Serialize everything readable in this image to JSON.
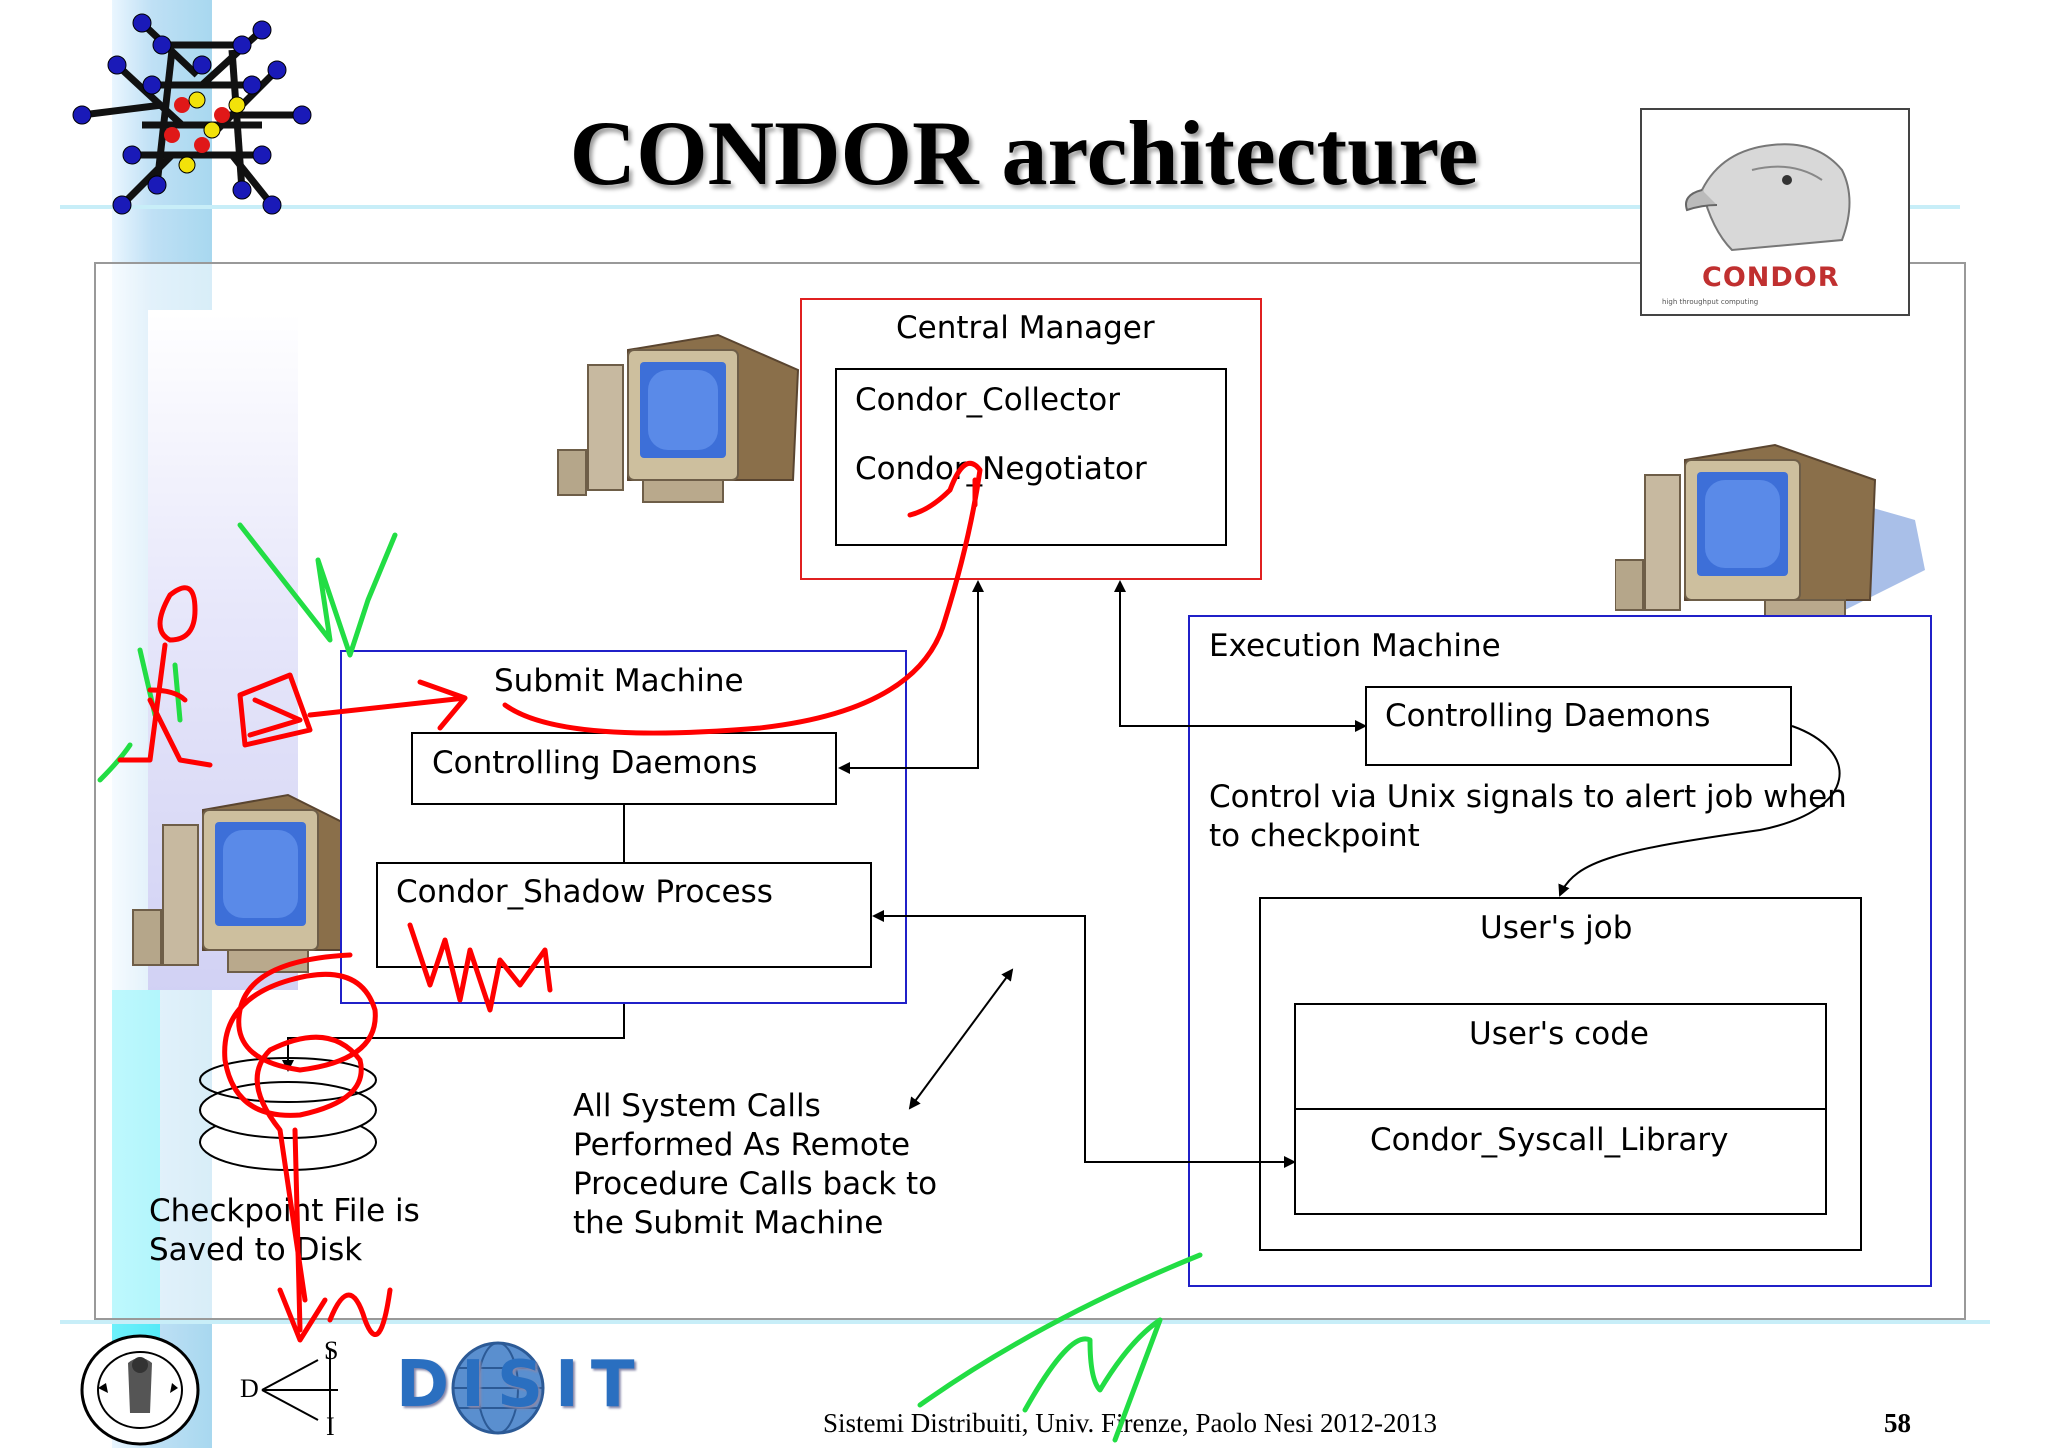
{
  "slide": {
    "title": "CONDOR architecture",
    "footer": "Sistemi Distribuiti, Univ. Firenze, Paolo Nesi 2012-2013",
    "page_number": "58"
  },
  "logo": {
    "text": "CONDOR",
    "tagline": "high throughput computing"
  },
  "central_manager": {
    "title": "Central Manager",
    "collector": "Condor_Collector",
    "negotiator": "Condor_Negotiator"
  },
  "submit_machine": {
    "title": "Submit Machine",
    "daemons": "Controlling Daemons",
    "shadow": "Condor_Shadow Process"
  },
  "execution_machine": {
    "title": "Execution Machine",
    "daemons": "Controlling Daemons",
    "note": "Control via Unix signals to alert job when\nto checkpoint",
    "users_job": "User's job",
    "users_code": "User's code",
    "syscall_library": "Condor_Syscall_Library"
  },
  "checkpoint_note": "Checkpoint File is\nSaved to Disk",
  "syscalls_note": "All System Calls\nPerformed As Remote\nProcedure Calls back  to\nthe Submit Machine",
  "dsi_logo": {
    "d": "D",
    "s": "S",
    "i": "I"
  },
  "disit_logo": "DISIT",
  "colors": {
    "central_manager_border": "#e02020",
    "machine_border": "#2020c8",
    "annotation_red": "#ff0000",
    "annotation_green": "#22dd44",
    "decor_cyan": "#55eaf8"
  }
}
